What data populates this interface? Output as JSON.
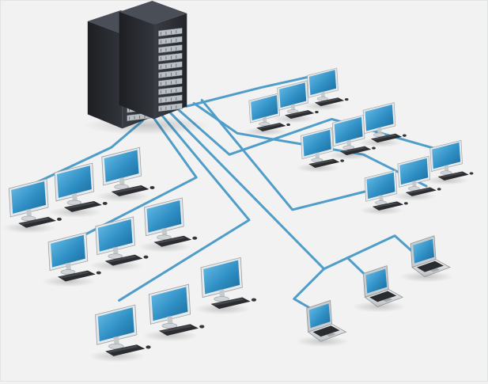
{
  "diagram": {
    "server": {
      "icon": "server-rack-icon",
      "units": 2,
      "drive_bays": 10
    },
    "workstation_groups": [
      {
        "name": "upper-right-group",
        "icon": "desktop-computer-icon",
        "count": 3
      },
      {
        "name": "middle-right-group",
        "icon": "desktop-computer-icon",
        "count": 3
      },
      {
        "name": "lower-right-group",
        "icon": "desktop-computer-icon",
        "count": 3
      },
      {
        "name": "upper-left-group",
        "icon": "desktop-computer-icon",
        "count": 3
      },
      {
        "name": "middle-left-group",
        "icon": "desktop-computer-icon",
        "count": 3
      },
      {
        "name": "lower-left-group",
        "icon": "desktop-computer-icon",
        "count": 3
      }
    ],
    "laptop_group": {
      "name": "laptop-group",
      "icon": "laptop-icon",
      "count": 3
    },
    "colors": {
      "background": "#f1f2f1",
      "cable": "#4f9dc9",
      "screen": "#2f8fc4",
      "device_body": "#d9dcde",
      "keyboard": "#2a2c2f",
      "server": "#2b2d33"
    }
  }
}
